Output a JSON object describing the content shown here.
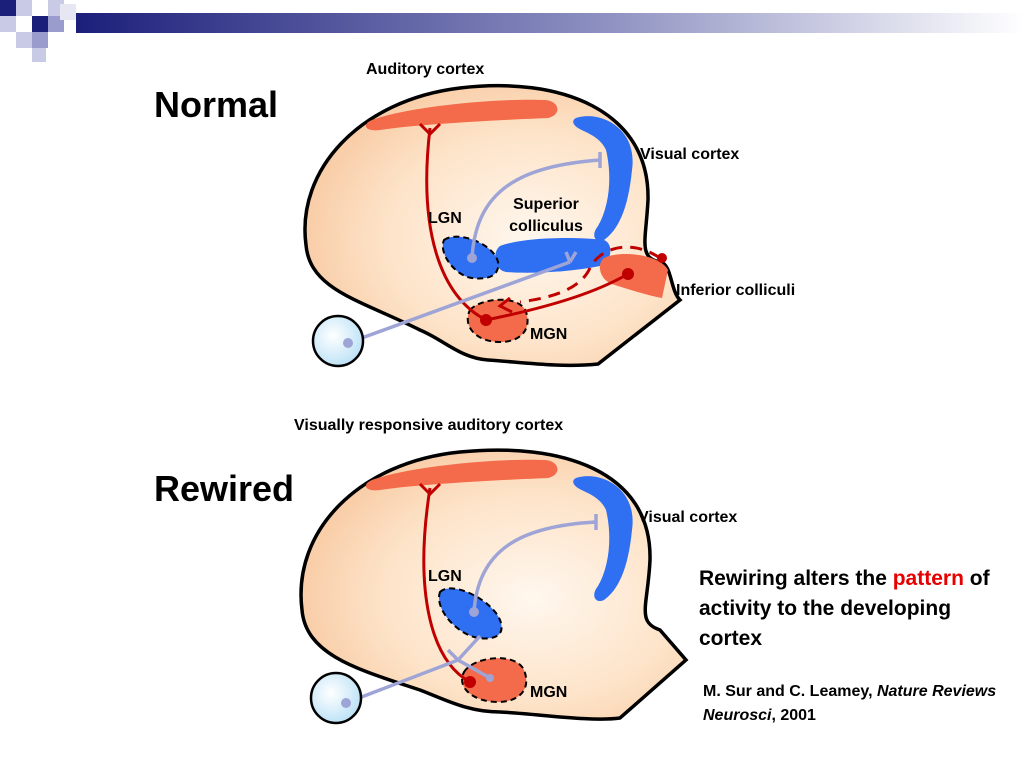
{
  "colors": {
    "brain_fill": "#fde4cc",
    "auditory": "#f36b4a",
    "visual": "#2f6ff2",
    "auditory_pathway": "#c00000",
    "visual_pathway": "#9ea4d6",
    "highlight_word": "#e60000"
  },
  "normal": {
    "title": "Normal",
    "labels": {
      "auditory_cortex": "Auditory cortex",
      "visual_cortex": "Visual cortex",
      "superior_colliculus": "Superior colliculus",
      "lgn": "LGN",
      "inferior_colliculi": "Inferior colliculi",
      "mgn": "MGN"
    }
  },
  "rewired": {
    "title": "Rewired",
    "labels": {
      "visually_responsive_auditory_cortex": "Visually responsive auditory cortex",
      "visual_cortex": "Visual cortex",
      "lgn": "LGN",
      "mgn": "MGN"
    }
  },
  "caption": {
    "before": "Rewiring alters the ",
    "highlight": "pattern",
    "after": " of activity to the developing cortex"
  },
  "citation": {
    "authors": "M. Sur and C. Leamey, ",
    "journal": "Nature Reviews Neurosci",
    "year": ", 2001"
  }
}
